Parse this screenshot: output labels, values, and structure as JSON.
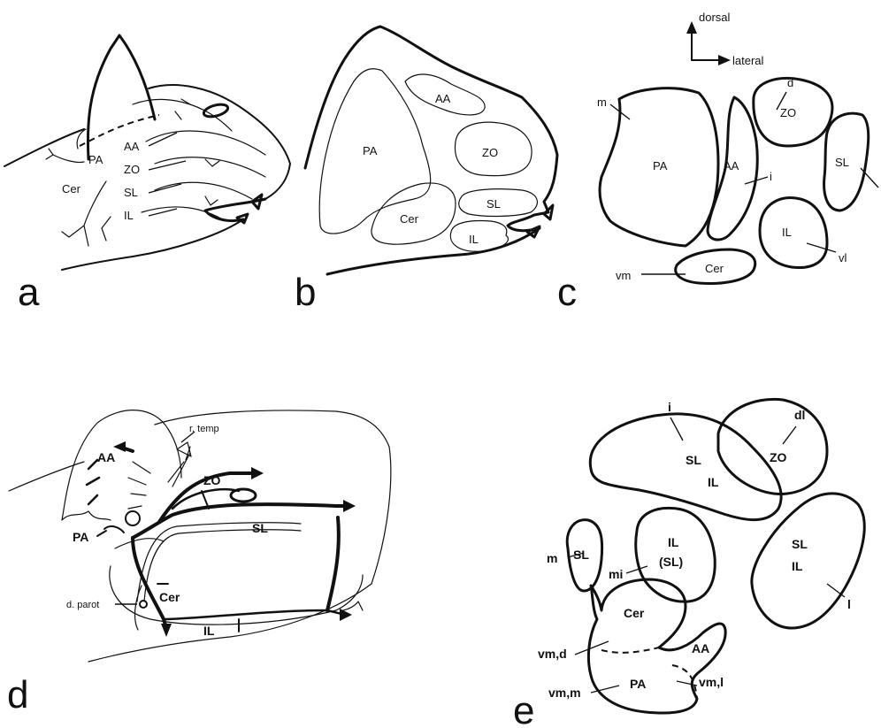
{
  "panels": {
    "a": {
      "letter": "a",
      "labels": {
        "pa": "PA",
        "aa": "AA",
        "zo": "ZO",
        "sl": "SL",
        "il": "IL",
        "cer": "Cer"
      }
    },
    "b": {
      "letter": "b",
      "labels": {
        "pa": "PA",
        "aa": "AA",
        "zo": "ZO",
        "sl": "SL",
        "il": "IL",
        "cer": "Cer"
      }
    },
    "c": {
      "letter": "c",
      "orientation": {
        "up": "dorsal",
        "right": "lateral"
      },
      "labels": {
        "pa": "PA",
        "aa": "AA",
        "zo": "ZO",
        "sl": "SL",
        "il": "IL",
        "cer": "Cer"
      },
      "leaders": {
        "m": "m",
        "d": "d",
        "i": "i",
        "vl": "vl",
        "vm": "vm"
      }
    },
    "d": {
      "letter": "d",
      "labels": {
        "aa": "AA",
        "zo": "ZO",
        "sl": "SL",
        "pa": "PA",
        "cer": "Cer",
        "il": "IL",
        "r_temp": "r. temp",
        "d_parot": "d. parot"
      }
    },
    "e": {
      "letter": "e",
      "labels": {
        "sl_top": "SL",
        "il_top": "IL",
        "zo": "ZO",
        "sl_small": "SL",
        "il_mid": "IL",
        "sl_mid": "(SL)",
        "sl_right": "SL",
        "il_right": "IL",
        "cer": "Cer",
        "aa": "AA",
        "pa": "PA"
      },
      "leaders": {
        "i": "i",
        "dl": "dl",
        "m": "m",
        "mi": "mi",
        "l": "l",
        "vm_d": "vm,d",
        "vm_l": "vm,l",
        "vm_m": "vm,m"
      }
    }
  }
}
